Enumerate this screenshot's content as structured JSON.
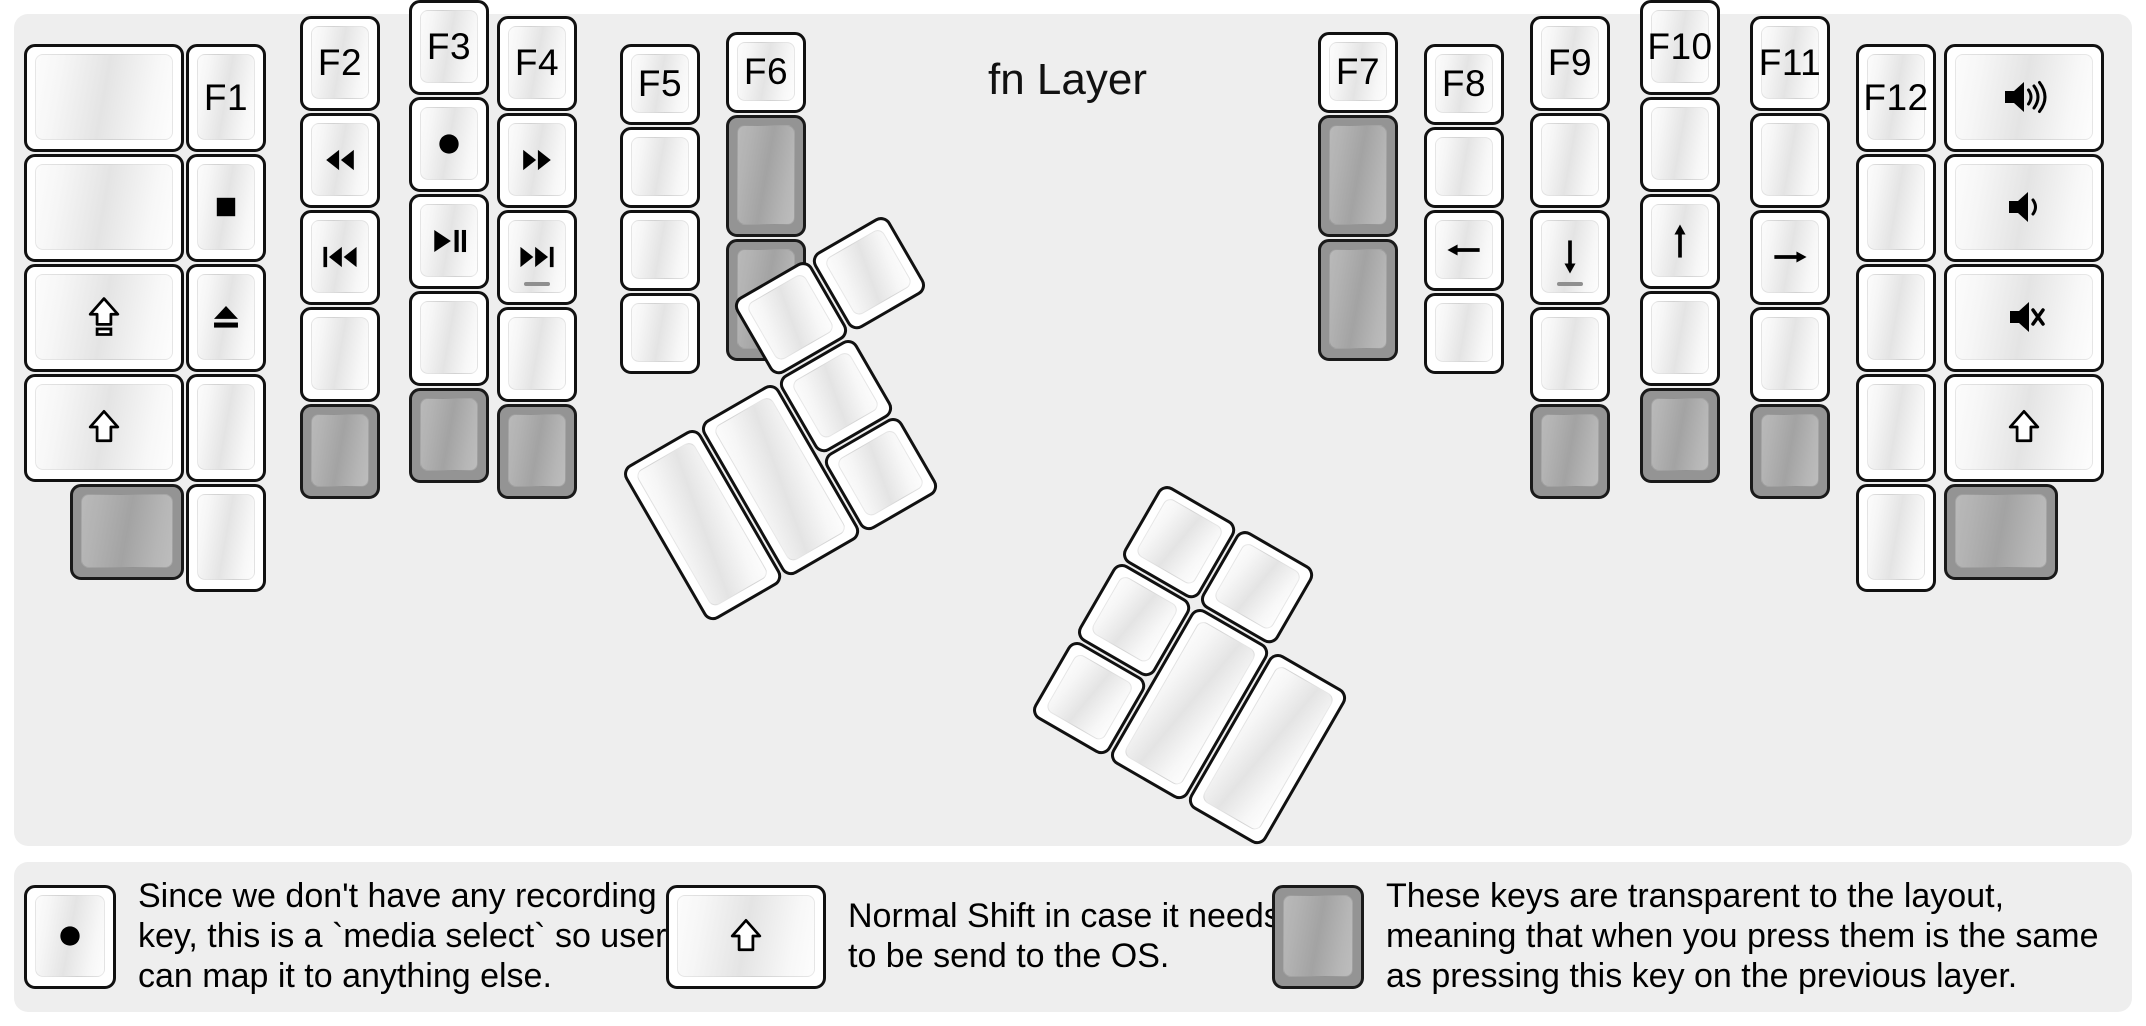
{
  "title": "fn Layer",
  "colors": {
    "panel_bg": "#eeeeee",
    "key_face": "#ffffff",
    "key_outline": "#111111",
    "transparent_key": "#949494",
    "page_bg": "#ffffff",
    "text": "#000000"
  },
  "left_half": {
    "columns": [
      {
        "name": "outer-left",
        "width_u": 1.5,
        "keys": [
          {
            "label": "",
            "icon": "",
            "type": "normal"
          },
          {
            "label": "",
            "icon": "",
            "type": "normal"
          },
          {
            "label": "",
            "icon": "caps-lock-icon",
            "type": "normal"
          },
          {
            "label": "",
            "icon": "shift-icon",
            "type": "normal"
          },
          {
            "label": "",
            "icon": "",
            "type": "transparent",
            "size": "1u"
          }
        ]
      },
      {
        "name": "f1-column",
        "width_u": 1,
        "keys": [
          {
            "label": "F1",
            "icon": "",
            "type": "normal"
          },
          {
            "label": "",
            "icon": "media-stop-icon",
            "type": "normal"
          },
          {
            "label": "",
            "icon": "media-eject-icon",
            "type": "normal"
          },
          {
            "label": "",
            "icon": "",
            "type": "normal"
          },
          {
            "label": "",
            "icon": "",
            "type": "normal"
          }
        ]
      },
      {
        "name": "f2-column",
        "width_u": 1,
        "keys": [
          {
            "label": "F2",
            "icon": "",
            "type": "normal"
          },
          {
            "label": "",
            "icon": "media-rewind-icon",
            "type": "normal"
          },
          {
            "label": "",
            "icon": "media-previous-track-icon",
            "type": "normal"
          },
          {
            "label": "",
            "icon": "",
            "type": "normal"
          },
          {
            "label": "",
            "icon": "",
            "type": "transparent"
          }
        ]
      },
      {
        "name": "f3-column",
        "width_u": 1,
        "keys": [
          {
            "label": "F3",
            "icon": "",
            "type": "normal"
          },
          {
            "label": "",
            "icon": "media-record-icon",
            "type": "normal"
          },
          {
            "label": "",
            "icon": "media-play-pause-icon",
            "type": "normal"
          },
          {
            "label": "",
            "icon": "",
            "type": "normal"
          },
          {
            "label": "",
            "icon": "",
            "type": "transparent"
          }
        ]
      },
      {
        "name": "f4-column",
        "width_u": 1,
        "keys": [
          {
            "label": "F4",
            "icon": "",
            "type": "normal"
          },
          {
            "label": "",
            "icon": "media-fast-forward-icon",
            "type": "normal"
          },
          {
            "label": "",
            "icon": "media-next-track-icon",
            "type": "normal",
            "homing": true
          },
          {
            "label": "",
            "icon": "",
            "type": "normal"
          },
          {
            "label": "",
            "icon": "",
            "type": "transparent"
          }
        ]
      },
      {
        "name": "f5-column",
        "width_u": 1,
        "keys": [
          {
            "label": "F5",
            "icon": "",
            "type": "normal"
          },
          {
            "label": "",
            "icon": "",
            "type": "normal"
          },
          {
            "label": "",
            "icon": "",
            "type": "normal"
          },
          {
            "label": "",
            "icon": "",
            "type": "normal"
          }
        ]
      },
      {
        "name": "f6-column",
        "width_u": 1,
        "keys": [
          {
            "label": "F6",
            "icon": "",
            "type": "normal"
          },
          {
            "label": "",
            "icon": "",
            "type": "transparent",
            "size": "1.5u-tall"
          },
          {
            "label": "",
            "icon": "",
            "type": "transparent",
            "size": "1.5u-tall"
          }
        ]
      }
    ],
    "thumb_cluster": {
      "rotation_deg": -30,
      "keys": 6,
      "labels": [
        "",
        "",
        "",
        "",
        "",
        ""
      ]
    }
  },
  "right_half": {
    "columns": [
      {
        "name": "f7-column",
        "width_u": 1,
        "keys": [
          {
            "label": "F7",
            "icon": "",
            "type": "normal"
          },
          {
            "label": "",
            "icon": "",
            "type": "transparent",
            "size": "1.5u-tall"
          },
          {
            "label": "",
            "icon": "",
            "type": "transparent",
            "size": "1.5u-tall"
          }
        ]
      },
      {
        "name": "f8-column",
        "width_u": 1,
        "keys": [
          {
            "label": "F8",
            "icon": "",
            "type": "normal"
          },
          {
            "label": "",
            "icon": "",
            "type": "normal"
          },
          {
            "label": "",
            "icon": "arrow-left-icon",
            "type": "normal"
          },
          {
            "label": "",
            "icon": "",
            "type": "normal"
          }
        ]
      },
      {
        "name": "f9-column",
        "width_u": 1,
        "keys": [
          {
            "label": "F9",
            "icon": "",
            "type": "normal"
          },
          {
            "label": "",
            "icon": "",
            "type": "normal"
          },
          {
            "label": "",
            "icon": "arrow-down-icon",
            "type": "normal",
            "homing": true
          },
          {
            "label": "",
            "icon": "",
            "type": "normal"
          },
          {
            "label": "",
            "icon": "",
            "type": "transparent"
          }
        ]
      },
      {
        "name": "f10-column",
        "width_u": 1,
        "keys": [
          {
            "label": "F10",
            "icon": "",
            "type": "normal"
          },
          {
            "label": "",
            "icon": "",
            "type": "normal"
          },
          {
            "label": "",
            "icon": "arrow-up-icon",
            "type": "normal"
          },
          {
            "label": "",
            "icon": "",
            "type": "normal"
          },
          {
            "label": "",
            "icon": "",
            "type": "transparent"
          }
        ]
      },
      {
        "name": "f11-column",
        "width_u": 1,
        "keys": [
          {
            "label": "F11",
            "icon": "",
            "type": "normal"
          },
          {
            "label": "",
            "icon": "",
            "type": "normal"
          },
          {
            "label": "",
            "icon": "arrow-right-icon",
            "type": "normal"
          },
          {
            "label": "",
            "icon": "",
            "type": "normal"
          },
          {
            "label": "",
            "icon": "",
            "type": "transparent"
          }
        ]
      },
      {
        "name": "f12-column",
        "width_u": 1,
        "keys": [
          {
            "label": "F12",
            "icon": "",
            "type": "normal"
          },
          {
            "label": "",
            "icon": "",
            "type": "normal"
          },
          {
            "label": "",
            "icon": "",
            "type": "normal"
          },
          {
            "label": "",
            "icon": "",
            "type": "normal"
          },
          {
            "label": "",
            "icon": "",
            "type": "normal"
          }
        ]
      },
      {
        "name": "outer-right",
        "width_u": 1.5,
        "keys": [
          {
            "label": "",
            "icon": "volume-up-icon",
            "type": "normal"
          },
          {
            "label": "",
            "icon": "volume-down-icon",
            "type": "normal"
          },
          {
            "label": "",
            "icon": "volume-mute-icon",
            "type": "normal"
          },
          {
            "label": "",
            "icon": "shift-icon",
            "type": "normal"
          },
          {
            "label": "",
            "icon": "",
            "type": "transparent",
            "size": "1u"
          }
        ]
      }
    ],
    "thumb_cluster": {
      "rotation_deg": 30,
      "keys": 6,
      "labels": [
        "",
        "",
        "",
        "",
        "",
        ""
      ]
    }
  },
  "legend": [
    {
      "key_icon": "media-record-icon",
      "key_style": "normal",
      "text": "Since we don't have any recording\nkey, this is a `media select` so user\ncan map it to anything else."
    },
    {
      "key_icon": "shift-icon",
      "key_style": "normal",
      "text": "Normal Shift in case it needs\nto be send to the OS."
    },
    {
      "key_icon": "",
      "key_style": "transparent",
      "text": "These keys are transparent to the layout,\nmeaning that when you press them is the same\nas pressing this key on the previous layer."
    }
  ]
}
